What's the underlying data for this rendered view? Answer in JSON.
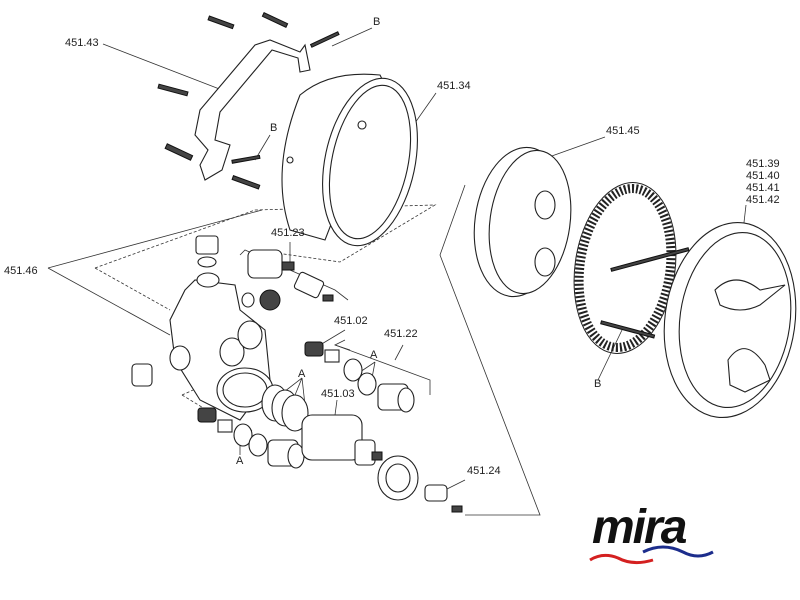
{
  "diagram": {
    "title": "Exploded parts diagram",
    "labels": {
      "bracket": "451.43",
      "b_top": "B",
      "sleeve": "451.34",
      "b_mid": "B",
      "backplate": "451.45",
      "cover_1": "451.39",
      "cover_2": "451.40",
      "cover_3": "451.41",
      "cover_4": "451.42",
      "body": "451.46",
      "cartridge_top": "451.23",
      "check_valve": "451.02",
      "check_assembly": "451.22",
      "a_right": "A",
      "a_center": "A",
      "thermo_cartridge": "451.03",
      "a_left": "A",
      "spindle": "451.24",
      "b_bottom": "B"
    }
  },
  "logo": {
    "text": "mira",
    "colors": {
      "red": "#d42020",
      "blue": "#1c2d8c"
    }
  }
}
